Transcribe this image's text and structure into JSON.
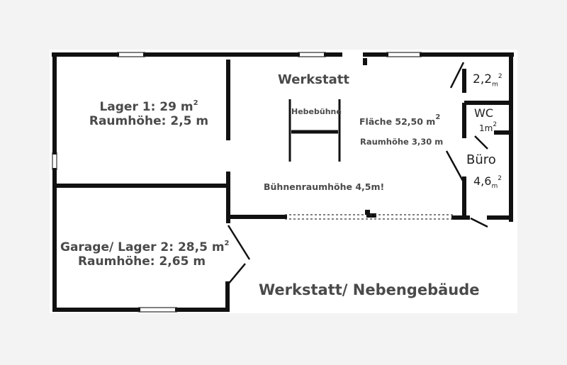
{
  "rooms": {
    "lager1": {
      "name": "Lager 1: 29 m",
      "exp": "2",
      "height": "Raumhöhe: 2,5 m"
    },
    "garage": {
      "name": "Garage/ Lager 2: 28,5 m",
      "exp": "2",
      "height": "Raumhöhe: 2,65 m"
    },
    "werkstatt": {
      "title": "Werkstatt",
      "lift": "Hebebühne",
      "area": "Fläche 52,50 m",
      "area_exp": "2",
      "height": "Raumhöhe 3,30 m",
      "lift_height": "Bühnenraumhöhe 4,5m!"
    },
    "small_room": {
      "area": "2,2",
      "unit": "m",
      "exp": "2"
    },
    "wc": {
      "name": "WC",
      "area": "1m",
      "exp": "2"
    },
    "buero": {
      "name": "Büro",
      "area": "4,6",
      "unit": "m",
      "exp": "2"
    }
  },
  "building_title": "Werkstatt/ Nebengebäude",
  "colors": {
    "wall": "#111111",
    "paper": "#ffffff",
    "background": "#f3f3f3",
    "label": "#4a4a4a"
  }
}
